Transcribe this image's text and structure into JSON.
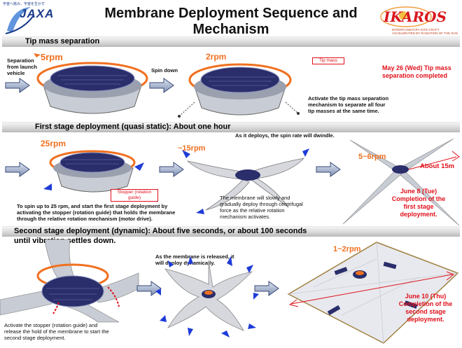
{
  "header": {
    "title": "Membrane Deployment Sequence and Mechanism",
    "jaxa_logo": "JAXA",
    "jaxa_sub": "宇宙へ挑み、宇宙を生かす",
    "ikaros_logo": "IKAROS",
    "ikaros_sub": "INTERPLANETARY KITE-CRAFT ACCELERATED BY RADIATION OF THE SUN"
  },
  "sections": {
    "tip_mass": {
      "title": "Tip mass separation",
      "label_separation": "Separation from launch vehicle",
      "rpm1": "5rpm",
      "label_spin_down": "Spin down",
      "rpm2": "2rpm",
      "tip_mass_tag": "Tip mass",
      "activate_note": "Activate the tip mass separation mechanism to separate all four tip masses at the same time.",
      "completed_note": "May 26 (Wed) Tip mass separation completed"
    },
    "first_stage": {
      "title": "First stage deployment (quasi static): About one hour",
      "spin_rate_note": "As it deploys, the spin rate will dwindle.",
      "rpm1": "25rpm",
      "rpm2": "~15rpm",
      "rpm3": "5~6rpm",
      "stopper_tag": "Stopper (rotation guide)",
      "spin_up_note": "To spin up to 25 rpm, and start the first stage deployment by activating the stopper (rotation guide) that holds the membrane through the relative rotation mechanism (motor drive).",
      "membrane_note": "The membrane will slowly and gradually deploy through centrifugal force as the relative rotation mechanism activates.",
      "size_label": "About 15m",
      "completed_note": "June 8 (Tue) Completion of the first stage deployment."
    },
    "second_stage": {
      "title": "Second stage deployment (dynamic): About five seconds, or about 100 seconds until vibration settles down.",
      "released_note": "As the membrane is released, it will deploy dynamically.",
      "rpm1": "1~2rpm",
      "activate_note": "Activate the stopper (rotation guide) and release the hold of the membrane to start the second stage deployment.",
      "completed_note": "June 10 (Thu) Completion of the second stage deployment."
    }
  },
  "colors": {
    "rpm_orange": "#f07020",
    "accent_red": "#e0101a",
    "deploy_arrow_blue": "#1e3cd8",
    "band_gray": "#cfcfcf",
    "membrane_silver": "#c8ccd4",
    "solar_panel_navy": "#2a2e6a"
  }
}
